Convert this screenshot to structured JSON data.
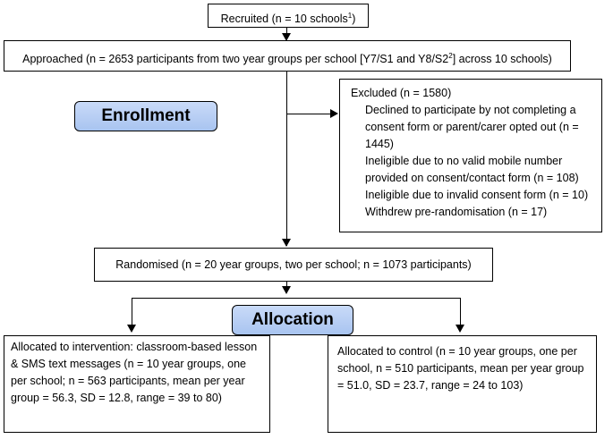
{
  "recruited": {
    "text": "Recruited (n = 10 schools",
    "sup": "1",
    "close": ")"
  },
  "approached": {
    "text1": "Approached (n = 2653 participants from two year groups per school [Y7/S1 and Y8/S2",
    "sup": "2",
    "text2": "] across 10 schools)"
  },
  "enrollment_label": "Enrollment",
  "excluded": {
    "title": "Excluded (n = 1580)",
    "items": [
      "Declined to participate by not completing a consent form or parent/carer opted out (n = 1445)",
      "Ineligible due to no valid mobile number provided on consent/contact form (n = 108)",
      "Ineligible due to invalid consent form (n = 10)",
      "Withdrew pre-randomisation (n = 17)"
    ]
  },
  "randomised": "Randomised (n = 20 year groups, two per school; n = 1073 participants)",
  "allocation_label": "Allocation",
  "intervention": "Allocated to intervention: classroom-based lesson & SMS text messages (n = 10 year groups, one per school; n = 563 participants, mean per year group = 56.3, SD = 12.8, range = 39 to 80)",
  "control": "Allocated to control (n = 10 year groups, one per school, n = 510 participants, mean per year group = 51.0, SD = 23.7, range = 24 to 103)"
}
